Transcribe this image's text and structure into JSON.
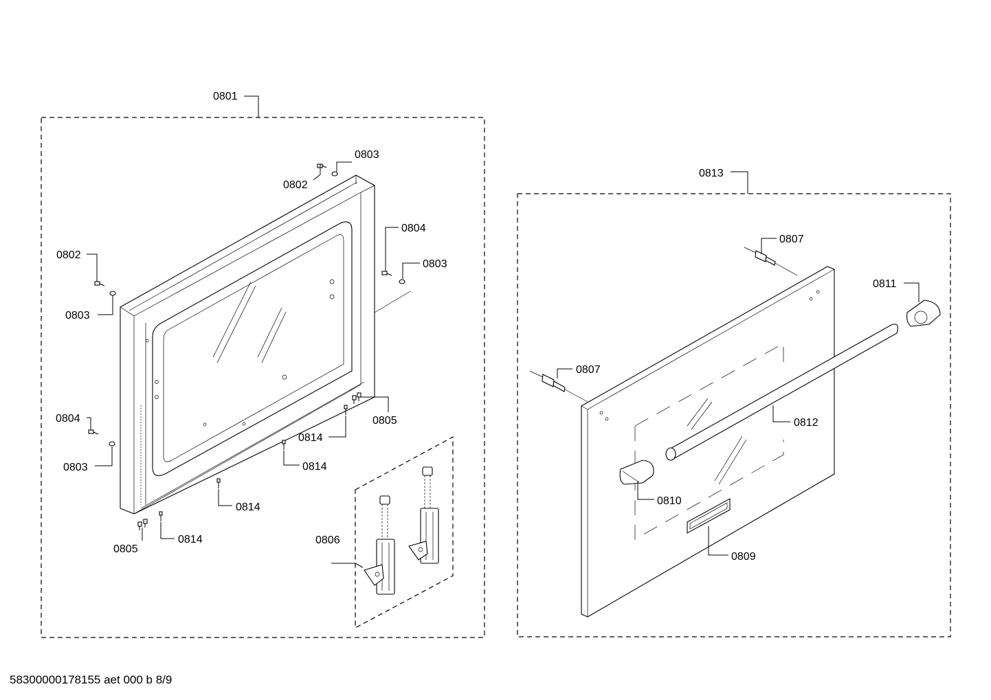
{
  "labels": {
    "l0801": "0801",
    "l0802a": "0802",
    "l0802b": "0802",
    "l0803a": "0803",
    "l0803b": "0803",
    "l0803c": "0803",
    "l0803d": "0803",
    "l0804a": "0804",
    "l0804b": "0804",
    "l0805a": "0805",
    "l0805b": "0805",
    "l0806": "0806",
    "l0807a": "0807",
    "l0807b": "0807",
    "l0809": "0809",
    "l0810": "0810",
    "l0811": "0811",
    "l0812": "0812",
    "l0813": "0813",
    "l0814a": "0814",
    "l0814b": "0814",
    "l0814c": "0814",
    "l0814d": "0814"
  },
  "footer": {
    "doc_id": "58300000178155 aet 000 b 8/9"
  }
}
